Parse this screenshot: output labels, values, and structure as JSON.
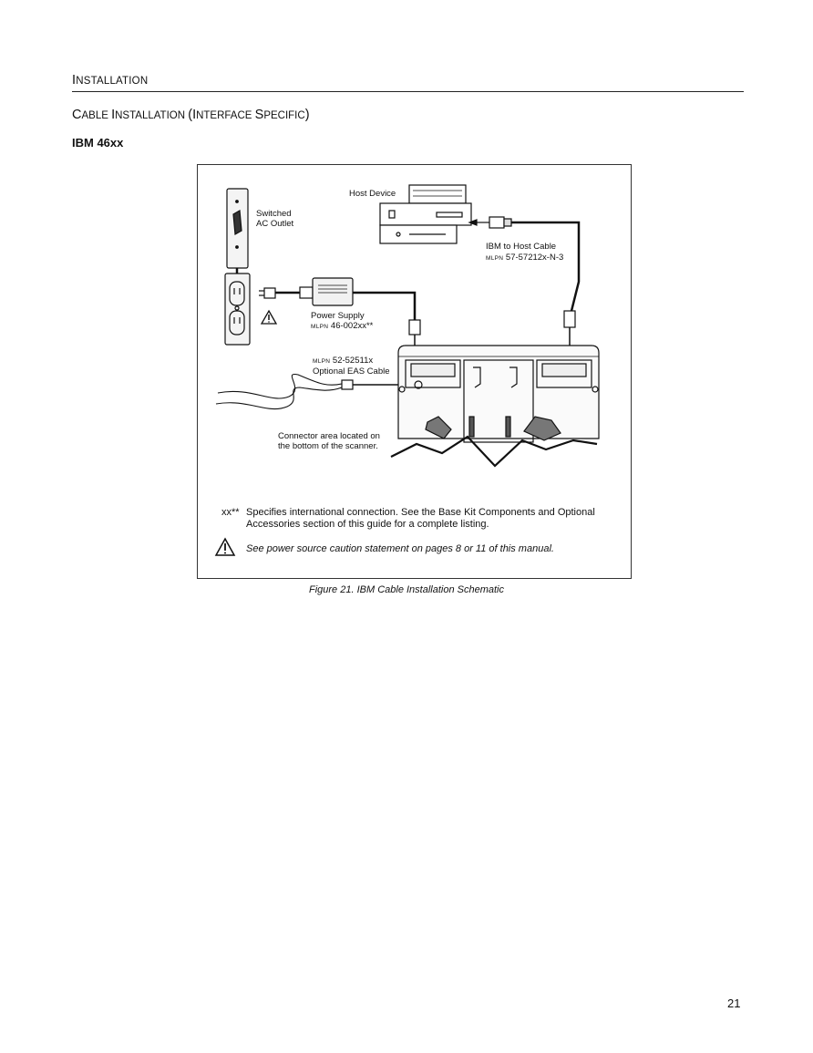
{
  "header": {
    "section_first": "I",
    "section_rest": "NSTALLATION"
  },
  "subsection": {
    "c1": "C",
    "r1": "ABLE ",
    "c2": "I",
    "r2": "NSTALLATION ",
    "p": "(",
    "c3": "I",
    "r3": "NTERFACE ",
    "c4": "S",
    "r4": "PECIFIC",
    "close": ")"
  },
  "subtitle": "IBM 46xx",
  "figure": {
    "labels": {
      "host_device": "Host Device",
      "switched": "Switched",
      "ac_outlet": "AC Outlet",
      "ibm_host_cable": "IBM to Host Cable",
      "host_cable_mlpn": "MLPN",
      "host_cable_pn": "57-57212x-N-3",
      "power_supply": "Power Supply",
      "ps_mlpn": "MLPN",
      "ps_pn": "46-002xx**",
      "eas_mlpn": "MLPN",
      "eas_pn": "52-52511x",
      "eas_cable": "Optional EAS Cable",
      "connector_area_1": "Connector area located on",
      "connector_area_2": "the bottom of the scanner."
    },
    "note_marker": "xx**",
    "note_text_1": "Specifies international connection.  See the Base Kit Components and Optional",
    "note_text_2": "Accessories section of this guide for a complete listing.",
    "caution_text": "See power source caution statement on pages 8 or 11 of this manual."
  },
  "caption": "Figure 21. IBM Cable Installation Schematic",
  "page_number": "21"
}
